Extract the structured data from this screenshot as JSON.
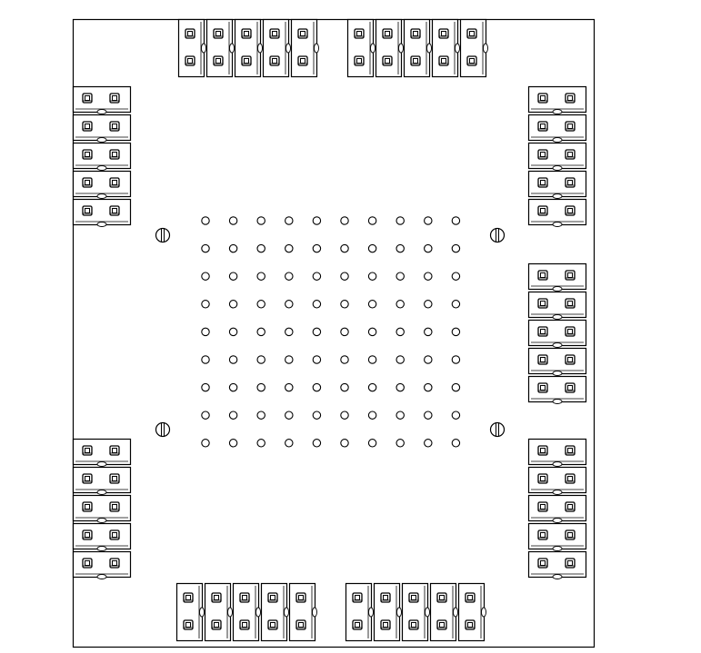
{
  "drawing": {
    "line_color": "#000000",
    "fill_color": "#ffffff",
    "connector_groups": [
      {
        "side": "top",
        "count": 5
      },
      {
        "side": "top",
        "count": 5
      },
      {
        "side": "left",
        "count": 5
      },
      {
        "side": "right",
        "count": 5
      },
      {
        "side": "right",
        "count": 5
      },
      {
        "side": "left",
        "count": 5
      },
      {
        "side": "right",
        "count": 5
      },
      {
        "side": "bottom",
        "count": 5
      },
      {
        "side": "bottom",
        "count": 5
      }
    ],
    "pin_grid": {
      "rows": 9,
      "cols": 10
    },
    "mounting_holes": 4
  }
}
